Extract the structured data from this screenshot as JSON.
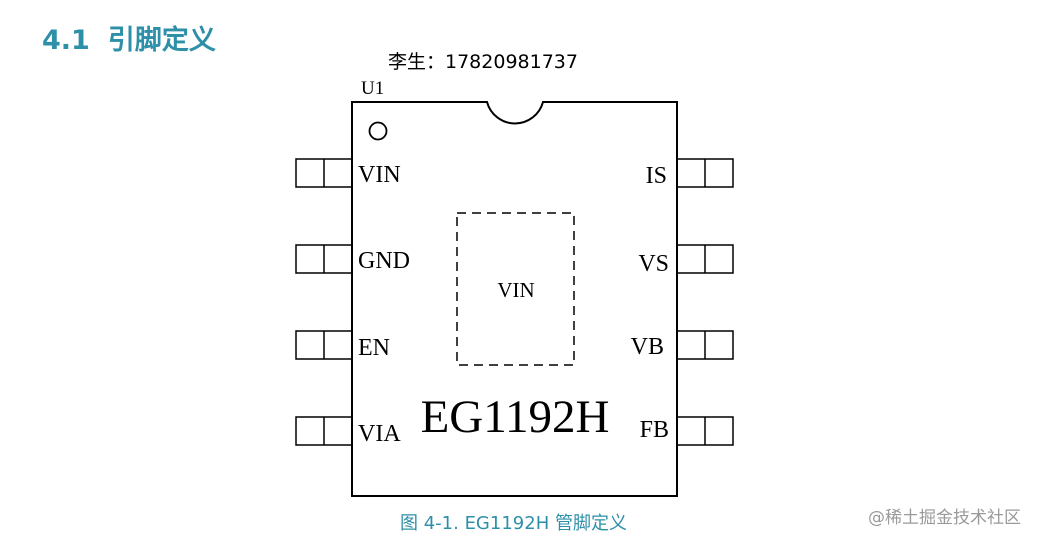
{
  "heading": {
    "number": "4.1",
    "title": "引脚定义"
  },
  "contact": "李生：17820981737",
  "chip": {
    "designator": "U1",
    "part_number": "EG1192H",
    "exposed_pad_label": "VIN",
    "pins_left": [
      "VIN",
      "GND",
      "EN",
      "VIA"
    ],
    "pins_right": [
      "IS",
      "VS",
      "VB",
      "FB"
    ]
  },
  "caption": "图 4-1. EG1192H 管脚定义",
  "watermark": "@稀土掘金技术社区",
  "colors": {
    "accent": "#2e8fa8",
    "outline": "#000000",
    "watermark": "#9a9a9a"
  }
}
